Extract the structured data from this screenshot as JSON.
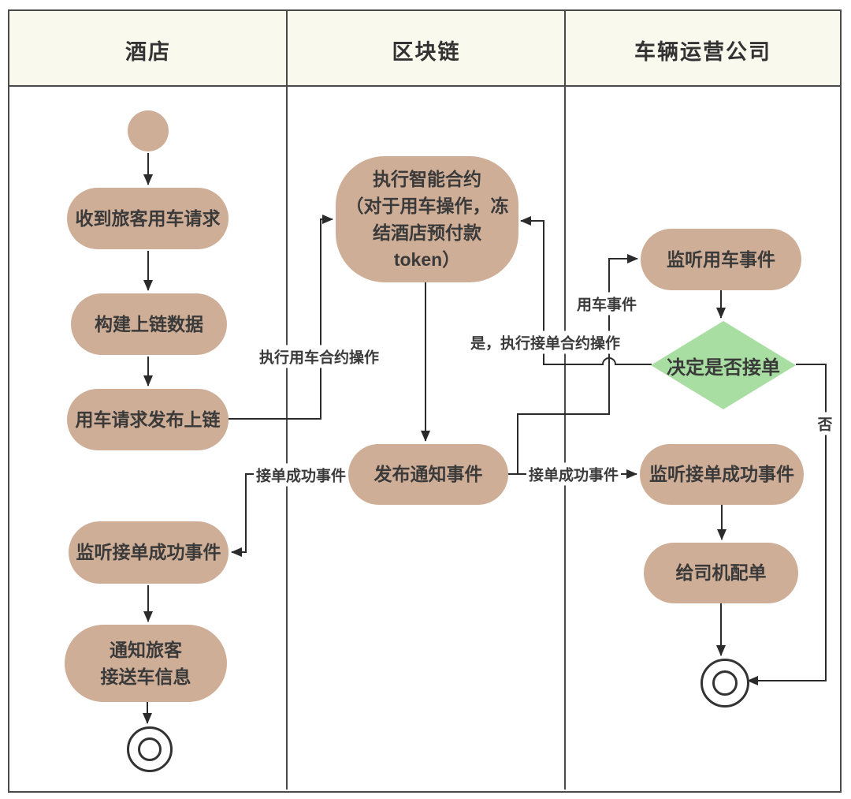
{
  "colors": {
    "node_fill": "#cfae97",
    "decision_fill": "#a9dea3",
    "header_bg": "#faf9ee",
    "table_border": "#4a4a4a",
    "edge_line": "#2b2b2b",
    "text": "#3a3a3a"
  },
  "lanes": {
    "hotel": {
      "title": "酒店",
      "receive": "收到旅客用车请求",
      "build": "构建上链数据",
      "publish": "用车请求发布上链",
      "listen_success": "监听接单成功事件",
      "notify": "通知旅客\n接送车信息"
    },
    "blockchain": {
      "title": "区块链",
      "execute_contract": "执行智能合约\n（对于用车操作，冻\n结酒店预付款\ntoken）",
      "publish_event": "发布通知事件"
    },
    "company": {
      "title": "车辆运营公司",
      "listen_car": "监听用车事件",
      "decide": "决定是否接单",
      "listen_success": "监听接单成功事件",
      "assign": "给司机配单"
    }
  },
  "edge_labels": {
    "execute_car_contract": "执行用车合约操作",
    "accept_success_left": "接单成功事件",
    "accept_success_right": "接单成功事件",
    "car_event": "用车事件",
    "yes_execute_accept": "是，执行接单合约操作",
    "no": "否"
  }
}
